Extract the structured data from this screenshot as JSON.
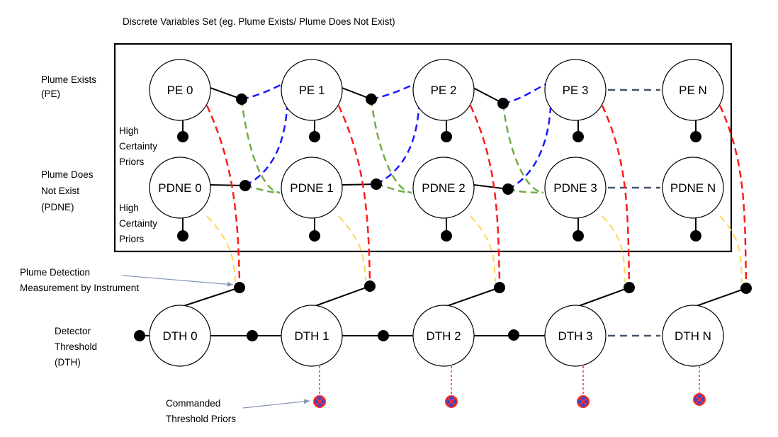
{
  "title": "Discrete Variables Set (eg. Plume Exists/ Plume Does Not Exist)",
  "row_labels": {
    "pe": [
      "Plume Exists",
      "(PE)"
    ],
    "pdne": [
      "Plume Does",
      "Not Exist",
      "(PDNE)"
    ],
    "dth": [
      "Detector",
      "Threshold",
      "(DTH)"
    ]
  },
  "annotations": {
    "high_certainty_pe": [
      "High",
      "Certainty",
      "Priors"
    ],
    "high_certainty_pdne": [
      "High",
      "Certainty",
      "Priors"
    ],
    "measurement": [
      "Plume Detection",
      "Measurement by Instrument"
    ],
    "commanded": [
      "Commanded",
      "Threshold Priors"
    ]
  },
  "nodes": {
    "pe": [
      "PE 0",
      "PE 1",
      "PE 2",
      "PE 3",
      "PE N"
    ],
    "pdne": [
      "PDNE 0",
      "PDNE 1",
      "PDNE 2",
      "PDNE 3",
      "PDNE N"
    ],
    "dth": [
      "DTH 0",
      "DTH 1",
      "DTH 2",
      "DTH 3",
      "DTH N"
    ]
  },
  "colors": {
    "pe_link": "#1a1aff",
    "pdne_link": "#70ad47",
    "measurement_pe": "#ff1a1a",
    "measurement_pdne": "#ffd966",
    "ellipsis": "#44546a",
    "arrow": "#8496b0",
    "commanded_fill": "#2e4bd8",
    "commanded_mark": "#ff2a2a"
  }
}
